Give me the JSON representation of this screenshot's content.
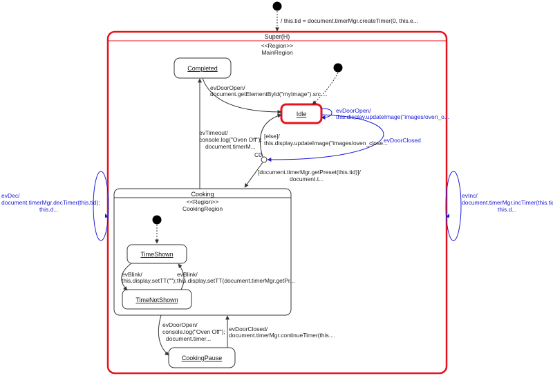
{
  "initial_transition": "/ this.tid = document.timerMgr.createTimer(0, this.e...",
  "super": {
    "title": "Super(H)",
    "region_stereotype": "<<Region>>",
    "region_name": "MainRegion"
  },
  "states": {
    "completed": "Completed",
    "idle": "Idle",
    "cooking": "Cooking",
    "time_shown": "TimeShown",
    "time_not_shown": "TimeNotShown",
    "cooking_pause": "CookingPause"
  },
  "cooking_region": {
    "stereotype": "<<Region>>",
    "name": "CookingRegion"
  },
  "choice": {
    "label": "C0"
  },
  "transitions": {
    "completed_to_idle": [
      "evDoorOpen/",
      "document.getElementById(\"myImage\").src ..."
    ],
    "idle_self_open": [
      "evDoorOpen/",
      "this.display.updateImage(\"images/oven_o..."
    ],
    "idle_door_closed": "evDoorClosed",
    "cooking_timeout": [
      "evTimeout/",
      "console.log(\"Oven Off\");",
      "document.timerM..."
    ],
    "choice_else": [
      "[else]/",
      "this.display.updateImage(\"images/oven_close..."
    ],
    "choice_preset": [
      "[document.timerMgr.getPreset(this.tid)]/",
      "document.t..."
    ],
    "blink_to_not_shown": [
      "evBlink/",
      "this.display.setTT(\"\");"
    ],
    "blink_to_shown": [
      "evBlink/",
      "this.display.setTT(document.timerMgr.getPr..."
    ],
    "cooking_to_pause": [
      "evDoorOpen/",
      "console.log(\"Oven Off\");",
      "document.timer..."
    ],
    "pause_to_cooking": [
      "evDoorClosed/",
      "document.timerMgr.continueTimer(this...."
    ],
    "dec": [
      "evDec/",
      "document.timerMgr.decTimer(this.tid);",
      "this.d..."
    ],
    "inc": [
      "evInc/",
      "document.timerMgr.incTimer(this.tid);",
      "this.d..."
    ]
  },
  "colors": {
    "super_border": "#e8121c",
    "active_state_border": "#e8121c",
    "internal_transition": "#1a1ad6",
    "line": "#333333"
  }
}
